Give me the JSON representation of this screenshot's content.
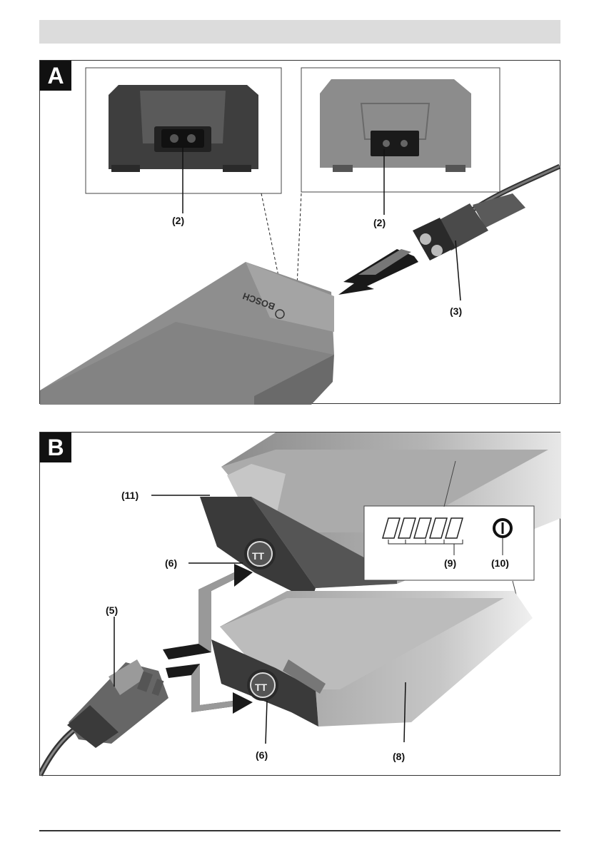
{
  "panels": [
    {
      "letter": "A",
      "callouts": {
        "socket_left": "(2)",
        "socket_right": "(2)",
        "power_cable": "(3)"
      }
    },
    {
      "letter": "B",
      "callouts": {
        "battery_top": "(11)",
        "port_upper": "(6)",
        "charger_plug": "(5)",
        "port_lower": "(6)",
        "battery_bottom": "(8)",
        "charge_leds": "(9)",
        "onoff_button": "(10)"
      }
    }
  ],
  "brand_logo": "BOSCH",
  "colors": {
    "header_bar": "#dcdcdc",
    "frame": "#333333",
    "device_dark": "#4a4a4a",
    "device_light": "#9a9a9a"
  }
}
